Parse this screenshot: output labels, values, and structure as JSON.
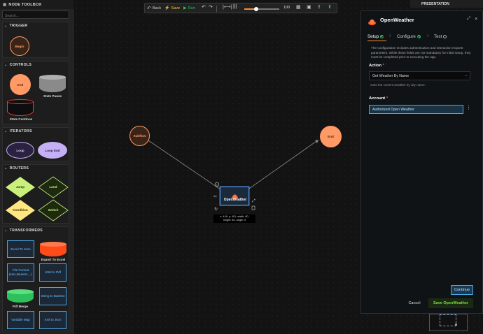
{
  "toolbox": {
    "title": "NODE TOOLBOX",
    "search_placeholder": "Search...",
    "sections": {
      "trigger": {
        "title": "TRIGGER",
        "nodes": [
          "Begin"
        ]
      },
      "controls": {
        "title": "CONTROLS",
        "nodes": [
          "End",
          "State Pause",
          "State Continue"
        ]
      },
      "iterators": {
        "title": "ITERATORS",
        "nodes": [
          "Loop",
          "Loop End"
        ]
      },
      "routers": {
        "title": "ROUTERS",
        "nodes": [
          "Jump",
          "Land",
          "Condition",
          "Switch"
        ]
      },
      "transformers": {
        "title": "TRANSFORMERS",
        "nodes": [
          "Excel To Json",
          "Export To Excel",
          "File Format (Hex,Base64,...)",
          "Html to Pdf",
          "Pdf Merge",
          "String to Base64",
          "Variable Map",
          "Xml to Json"
        ]
      }
    }
  },
  "toolbar": {
    "back": "Back",
    "save": "Save",
    "run": "Run",
    "zoom": "100"
  },
  "canvas": {
    "nodes": {
      "subflow": "Subflow",
      "end": "End",
      "openweather": "OpenWeather"
    },
    "selection_info_line1": "x: 416, y: 401, width: 90,",
    "selection_info_line2": "height: 60, angle: 0"
  },
  "presentation": {
    "title": "PRESENTATION"
  },
  "panel": {
    "title": "OpenWeather",
    "tabs": [
      "Setup",
      "Configure",
      "Test"
    ],
    "description": "The configuration includes authentication and interaction request parameters. While these fields are not mandatory for initial setup, they must be completed prior to executing the app.",
    "action_label": "Action",
    "action_value": "Get Weather By Name",
    "action_help": "Gets the current weather by city name.",
    "account_label": "Account",
    "account_value": "Authorized Open Weather",
    "required_mark": "*",
    "continue": "Continue",
    "cancel": "Cancel",
    "save": "Save OpenWeather"
  },
  "colors": {
    "accent_orange": "#ff9a66",
    "accent_blue": "#4aa9e8",
    "success_green": "#2ec05b",
    "save_green": "#7bdc3f",
    "loop_purple": "#c6b0f5",
    "router_green": "#c8f07a",
    "router_yellow": "#ffe680"
  }
}
